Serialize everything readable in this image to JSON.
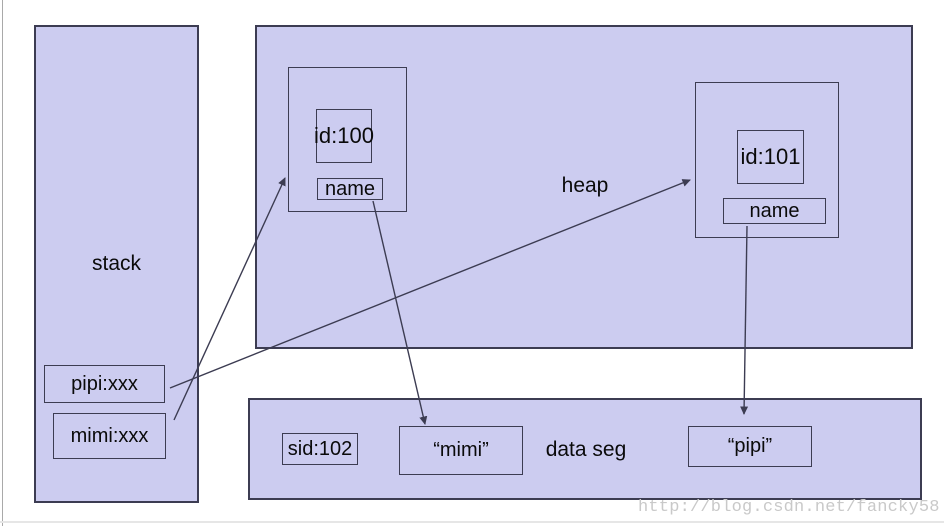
{
  "colors": {
    "region_fill": "#ccccf0",
    "stroke": "#3c3c52",
    "watermark_color": "#c9c9c9"
  },
  "stack": {
    "label": "stack",
    "vars": [
      {
        "label": "pipi:xxx"
      },
      {
        "label": "mimi:xxx"
      }
    ]
  },
  "heap": {
    "label": "heap",
    "objects": [
      {
        "id_label": "id:100",
        "field_label": "name"
      },
      {
        "id_label": "id:101",
        "field_label": "name"
      }
    ]
  },
  "data_seg": {
    "label": "data seg",
    "items": [
      {
        "label": "sid:102"
      },
      {
        "label": "“mimi”"
      },
      {
        "label": "“pipi”"
      }
    ]
  },
  "arrows": [
    {
      "name": "stack-pipi-to-heap-obj101"
    },
    {
      "name": "stack-mimi-to-heap-obj100"
    },
    {
      "name": "obj100-name-to-string-mimi"
    },
    {
      "name": "obj101-name-to-string-pipi"
    }
  ],
  "watermark": {
    "text": "http://blog.csdn.net/fancky58"
  }
}
